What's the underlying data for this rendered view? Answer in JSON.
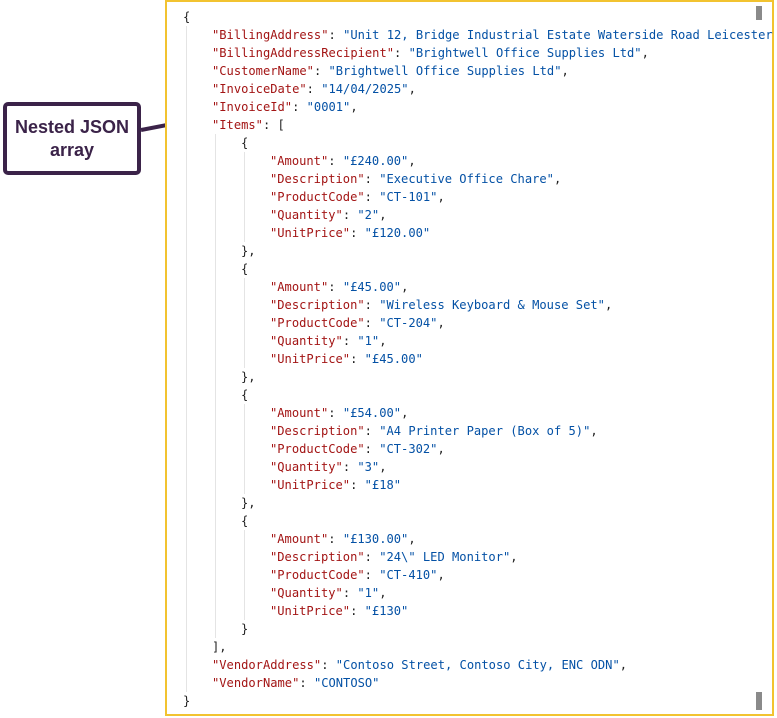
{
  "callout": {
    "text": "Nested JSON\narray"
  },
  "colors": {
    "key": "#a31515",
    "string": "#0451a5",
    "punct": "#1f1f1f",
    "frame": "#f2c330",
    "callout": "#3b2349"
  },
  "code": {
    "lines": [
      {
        "indent": 0,
        "tokens": [
          {
            "t": "p",
            "v": "{"
          }
        ]
      },
      {
        "indent": 1,
        "tokens": [
          {
            "t": "k",
            "v": "\"BillingAddress\""
          },
          {
            "t": "p",
            "v": ": "
          },
          {
            "t": "s",
            "v": "\"Unit 12, Bridge Industrial Estate Waterside Road Leicester"
          }
        ]
      },
      {
        "indent": 1,
        "tokens": [
          {
            "t": "k",
            "v": "\"BillingAddressRecipient\""
          },
          {
            "t": "p",
            "v": ": "
          },
          {
            "t": "s",
            "v": "\"Brightwell Office Supplies Ltd\""
          },
          {
            "t": "p",
            "v": ","
          }
        ]
      },
      {
        "indent": 1,
        "tokens": [
          {
            "t": "k",
            "v": "\"CustomerName\""
          },
          {
            "t": "p",
            "v": ": "
          },
          {
            "t": "s",
            "v": "\"Brightwell Office Supplies Ltd\""
          },
          {
            "t": "p",
            "v": ","
          }
        ]
      },
      {
        "indent": 1,
        "tokens": [
          {
            "t": "k",
            "v": "\"InvoiceDate\""
          },
          {
            "t": "p",
            "v": ": "
          },
          {
            "t": "s",
            "v": "\"14/04/2025\""
          },
          {
            "t": "p",
            "v": ","
          }
        ]
      },
      {
        "indent": 1,
        "tokens": [
          {
            "t": "k",
            "v": "\"InvoiceId\""
          },
          {
            "t": "p",
            "v": ": "
          },
          {
            "t": "s",
            "v": "\"0001\""
          },
          {
            "t": "p",
            "v": ","
          }
        ]
      },
      {
        "indent": 1,
        "tokens": [
          {
            "t": "k",
            "v": "\"Items\""
          },
          {
            "t": "p",
            "v": ": ["
          }
        ]
      },
      {
        "indent": 2,
        "tokens": [
          {
            "t": "p",
            "v": "{"
          }
        ]
      },
      {
        "indent": 3,
        "tokens": [
          {
            "t": "k",
            "v": "\"Amount\""
          },
          {
            "t": "p",
            "v": ": "
          },
          {
            "t": "s",
            "v": "\"£240.00\""
          },
          {
            "t": "p",
            "v": ","
          }
        ]
      },
      {
        "indent": 3,
        "tokens": [
          {
            "t": "k",
            "v": "\"Description\""
          },
          {
            "t": "p",
            "v": ": "
          },
          {
            "t": "s",
            "v": "\"Executive Office Chare\""
          },
          {
            "t": "p",
            "v": ","
          }
        ]
      },
      {
        "indent": 3,
        "tokens": [
          {
            "t": "k",
            "v": "\"ProductCode\""
          },
          {
            "t": "p",
            "v": ": "
          },
          {
            "t": "s",
            "v": "\"CT-101\""
          },
          {
            "t": "p",
            "v": ","
          }
        ]
      },
      {
        "indent": 3,
        "tokens": [
          {
            "t": "k",
            "v": "\"Quantity\""
          },
          {
            "t": "p",
            "v": ": "
          },
          {
            "t": "s",
            "v": "\"2\""
          },
          {
            "t": "p",
            "v": ","
          }
        ]
      },
      {
        "indent": 3,
        "tokens": [
          {
            "t": "k",
            "v": "\"UnitPrice\""
          },
          {
            "t": "p",
            "v": ": "
          },
          {
            "t": "s",
            "v": "\"£120.00\""
          }
        ]
      },
      {
        "indent": 2,
        "tokens": [
          {
            "t": "p",
            "v": "},"
          }
        ]
      },
      {
        "indent": 2,
        "tokens": [
          {
            "t": "p",
            "v": "{"
          }
        ]
      },
      {
        "indent": 3,
        "tokens": [
          {
            "t": "k",
            "v": "\"Amount\""
          },
          {
            "t": "p",
            "v": ": "
          },
          {
            "t": "s",
            "v": "\"£45.00\""
          },
          {
            "t": "p",
            "v": ","
          }
        ]
      },
      {
        "indent": 3,
        "tokens": [
          {
            "t": "k",
            "v": "\"Description\""
          },
          {
            "t": "p",
            "v": ": "
          },
          {
            "t": "s",
            "v": "\"Wireless Keyboard & Mouse Set\""
          },
          {
            "t": "p",
            "v": ","
          }
        ]
      },
      {
        "indent": 3,
        "tokens": [
          {
            "t": "k",
            "v": "\"ProductCode\""
          },
          {
            "t": "p",
            "v": ": "
          },
          {
            "t": "s",
            "v": "\"CT-204\""
          },
          {
            "t": "p",
            "v": ","
          }
        ]
      },
      {
        "indent": 3,
        "tokens": [
          {
            "t": "k",
            "v": "\"Quantity\""
          },
          {
            "t": "p",
            "v": ": "
          },
          {
            "t": "s",
            "v": "\"1\""
          },
          {
            "t": "p",
            "v": ","
          }
        ]
      },
      {
        "indent": 3,
        "tokens": [
          {
            "t": "k",
            "v": "\"UnitPrice\""
          },
          {
            "t": "p",
            "v": ": "
          },
          {
            "t": "s",
            "v": "\"£45.00\""
          }
        ]
      },
      {
        "indent": 2,
        "tokens": [
          {
            "t": "p",
            "v": "},"
          }
        ]
      },
      {
        "indent": 2,
        "tokens": [
          {
            "t": "p",
            "v": "{"
          }
        ]
      },
      {
        "indent": 3,
        "tokens": [
          {
            "t": "k",
            "v": "\"Amount\""
          },
          {
            "t": "p",
            "v": ": "
          },
          {
            "t": "s",
            "v": "\"£54.00\""
          },
          {
            "t": "p",
            "v": ","
          }
        ]
      },
      {
        "indent": 3,
        "tokens": [
          {
            "t": "k",
            "v": "\"Description\""
          },
          {
            "t": "p",
            "v": ": "
          },
          {
            "t": "s",
            "v": "\"A4 Printer Paper (Box of 5)\""
          },
          {
            "t": "p",
            "v": ","
          }
        ]
      },
      {
        "indent": 3,
        "tokens": [
          {
            "t": "k",
            "v": "\"ProductCode\""
          },
          {
            "t": "p",
            "v": ": "
          },
          {
            "t": "s",
            "v": "\"CT-302\""
          },
          {
            "t": "p",
            "v": ","
          }
        ]
      },
      {
        "indent": 3,
        "tokens": [
          {
            "t": "k",
            "v": "\"Quantity\""
          },
          {
            "t": "p",
            "v": ": "
          },
          {
            "t": "s",
            "v": "\"3\""
          },
          {
            "t": "p",
            "v": ","
          }
        ]
      },
      {
        "indent": 3,
        "tokens": [
          {
            "t": "k",
            "v": "\"UnitPrice\""
          },
          {
            "t": "p",
            "v": ": "
          },
          {
            "t": "s",
            "v": "\"£18\""
          }
        ]
      },
      {
        "indent": 2,
        "tokens": [
          {
            "t": "p",
            "v": "},"
          }
        ]
      },
      {
        "indent": 2,
        "tokens": [
          {
            "t": "p",
            "v": "{"
          }
        ]
      },
      {
        "indent": 3,
        "tokens": [
          {
            "t": "k",
            "v": "\"Amount\""
          },
          {
            "t": "p",
            "v": ": "
          },
          {
            "t": "s",
            "v": "\"£130.00\""
          },
          {
            "t": "p",
            "v": ","
          }
        ]
      },
      {
        "indent": 3,
        "tokens": [
          {
            "t": "k",
            "v": "\"Description\""
          },
          {
            "t": "p",
            "v": ": "
          },
          {
            "t": "s",
            "v": "\"24\\\" LED Monitor\""
          },
          {
            "t": "p",
            "v": ","
          }
        ]
      },
      {
        "indent": 3,
        "tokens": [
          {
            "t": "k",
            "v": "\"ProductCode\""
          },
          {
            "t": "p",
            "v": ": "
          },
          {
            "t": "s",
            "v": "\"CT-410\""
          },
          {
            "t": "p",
            "v": ","
          }
        ]
      },
      {
        "indent": 3,
        "tokens": [
          {
            "t": "k",
            "v": "\"Quantity\""
          },
          {
            "t": "p",
            "v": ": "
          },
          {
            "t": "s",
            "v": "\"1\""
          },
          {
            "t": "p",
            "v": ","
          }
        ]
      },
      {
        "indent": 3,
        "tokens": [
          {
            "t": "k",
            "v": "\"UnitPrice\""
          },
          {
            "t": "p",
            "v": ": "
          },
          {
            "t": "s",
            "v": "\"£130\""
          }
        ]
      },
      {
        "indent": 2,
        "tokens": [
          {
            "t": "p",
            "v": "}"
          }
        ]
      },
      {
        "indent": 1,
        "tokens": [
          {
            "t": "p",
            "v": "],"
          }
        ]
      },
      {
        "indent": 1,
        "tokens": [
          {
            "t": "k",
            "v": "\"VendorAddress\""
          },
          {
            "t": "p",
            "v": ": "
          },
          {
            "t": "s",
            "v": "\"Contoso Street, Contoso City, ENC ODN\""
          },
          {
            "t": "p",
            "v": ","
          }
        ]
      },
      {
        "indent": 1,
        "tokens": [
          {
            "t": "k",
            "v": "\"VendorName\""
          },
          {
            "t": "p",
            "v": ": "
          },
          {
            "t": "s",
            "v": "\"CONTOSO\""
          }
        ]
      },
      {
        "indent": 0,
        "tokens": [
          {
            "t": "p",
            "v": "}"
          }
        ]
      }
    ]
  }
}
